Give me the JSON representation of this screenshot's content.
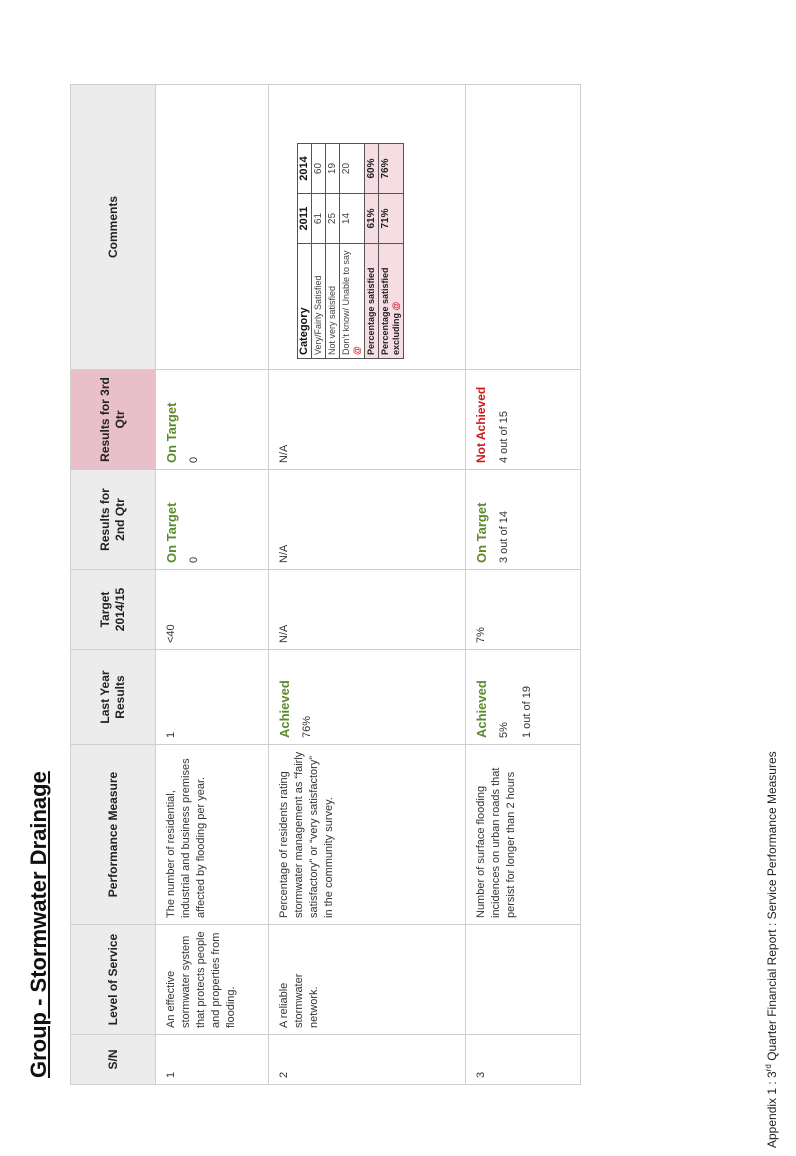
{
  "title": "Group - Stormwater Drainage",
  "footer": {
    "prefix": "Appendix 1 : 3",
    "sup": "rd",
    "suffix": " Quarter Financial Report : Service Performance Measures"
  },
  "headers": {
    "sn": "S/N",
    "level": "Level of Service",
    "measure": "Performance Measure",
    "last_year": "Last Year Results",
    "target": "Target 2014/15",
    "q2": "Results for 2nd Qtr",
    "q3": "Results for 3rd Qtr",
    "comments": "Comments"
  },
  "rows": [
    {
      "sn": "1",
      "level": "An effective stormwater system that protects people and properties from flooding.",
      "measure": "The number of residential, industrial and business premises affected by flooding per year.",
      "last_year_status": "",
      "last_year": [
        "1"
      ],
      "target": "<40",
      "q2_status": "On Target",
      "q2": "0",
      "q3_status": "On Target",
      "q3": "0"
    },
    {
      "sn": "2",
      "level": "A reliable stormwater network.",
      "measure": "Percentage of residents rating stormwater management as “fairly satisfactory” or “very satisfactory” in the community survey.",
      "last_year_status": "Achieved",
      "last_year": [
        "76%"
      ],
      "target": "N/A",
      "q2_status": "",
      "q2": "N/A",
      "q3_status": "",
      "q3": "N/A"
    },
    {
      "sn": "3",
      "level": "",
      "measure": "Number of surface flooding incidences on urban roads that persist for longer than 2 hours",
      "last_year_status": "Achieved",
      "last_year": [
        "5%",
        "1 out of 19"
      ],
      "target": "7%",
      "q2_status": "On Target",
      "q2": "3 out of 14",
      "q3_status": "Not Achieved",
      "q3": "4 out of 15"
    }
  ],
  "survey_table": {
    "header": [
      "Category",
      "2011",
      "2014"
    ],
    "rows": [
      [
        "Very/Fairly Satisfied",
        "61",
        "60"
      ],
      [
        "Not very satisfied",
        "25",
        "19"
      ],
      [
        "Don’t know/ Unable to say",
        "14",
        "20"
      ],
      [
        "Percentage satisfied",
        "61%",
        "60%"
      ],
      [
        "Percentage satisfied excluding",
        "71%",
        "76%"
      ]
    ],
    "marker": "@"
  },
  "colors": {
    "green": "#5b8a2c",
    "red": "#cc1b1b",
    "q3_header": "#e9bfca",
    "highlight": "#f6dde3"
  }
}
